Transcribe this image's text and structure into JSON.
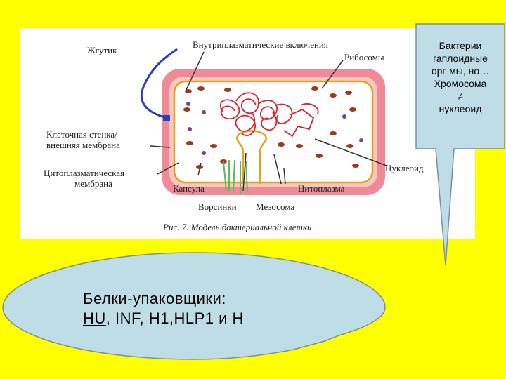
{
  "figure": {
    "labels": {
      "flagellum": "Жгутик",
      "inclusions": "Внутриплазматические включения",
      "ribosomes": "Рибосомы",
      "cell_wall_1": "Клеточная стенка/",
      "cell_wall_2": "внешняя мембрана",
      "cyto_membrane_1": "Цитоплазматическая",
      "cyto_membrane_2": "мембрана",
      "capsule": "Капсула",
      "cytoplasm": "Цитоплазма",
      "nucleoid": "Нуклеоид",
      "fimbriae": "Ворсинки",
      "mesosome": "Мезосома"
    },
    "caption": "Рис. 7. Модель бактериальной клетки",
    "colors": {
      "capsule": "#F08A96",
      "wall": "#F5C9C0",
      "membrane": "#E8A020",
      "dna": "#E0202A",
      "ribosome": "#9A3A20",
      "inclusion": "#7A3E9A",
      "flagellum": "#2C3CC8",
      "fimbriae": "#5FB85A"
    }
  },
  "note": {
    "lines": [
      "Бактерии",
      "гаплоидные",
      "орг-мы, но…",
      "Хромосома",
      "≠",
      "нуклеоид"
    ]
  },
  "bubble": {
    "line1": "Белки-упаковщики:",
    "line2_underlined": "HU",
    "line2_rest": ", INF, H1,HLP1 и H"
  },
  "colors": {
    "background": "#FFFF00",
    "callout_fill": "#BFDDE6",
    "callout_stroke": "#7A8FA0"
  }
}
